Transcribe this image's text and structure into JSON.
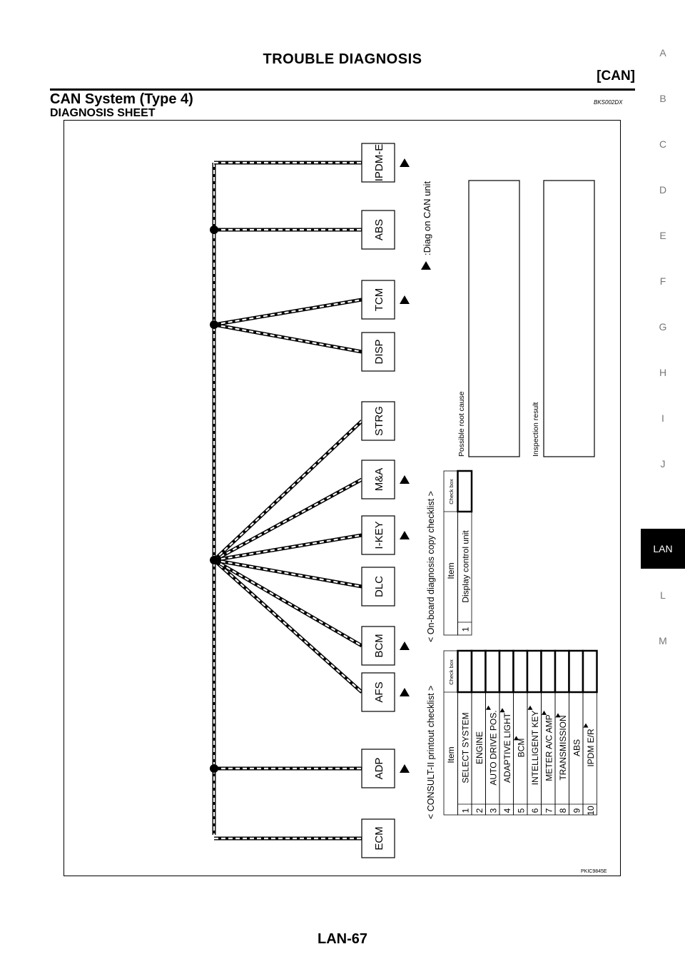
{
  "header": {
    "title": "TROUBLE DIAGNOSIS",
    "section": "[CAN]",
    "heading": "CAN System (Type 4)",
    "ref_code": "BKS002DX",
    "subheading": "DIAGNOSIS SHEET"
  },
  "side_index": {
    "letters": [
      "A",
      "B",
      "C",
      "D",
      "E",
      "F",
      "G",
      "H",
      "I",
      "J"
    ],
    "active": "LAN",
    "after": [
      "L",
      "M"
    ]
  },
  "diagram": {
    "units": [
      "ECM",
      "ADP",
      "AFS",
      "BCM",
      "DLC",
      "I-KEY",
      "M&A",
      "STRG",
      "DISP",
      "TCM",
      "ABS",
      "IPDM-E"
    ],
    "diag_units": [
      "ADP",
      "AFS",
      "BCM",
      "I-KEY",
      "M&A",
      "TCM",
      "IPDM-E"
    ],
    "legend_label": ":Diag on CAN unit",
    "figure_code": "PKIC9845E"
  },
  "consult_checklist": {
    "title": "< CONSULT-II printout checklist >",
    "col_item": "Item",
    "col_check": "Check box",
    "rows": [
      {
        "no": "1",
        "item": "SELECT SYSTEM",
        "diag": false
      },
      {
        "no": "2",
        "item": "ENGINE",
        "diag": false
      },
      {
        "no": "3",
        "item": "AUTO DRIVE POS.",
        "diag": true
      },
      {
        "no": "4",
        "item": "ADAPTIVE LIGHT",
        "diag": true
      },
      {
        "no": "5",
        "item": "BCM",
        "diag": true
      },
      {
        "no": "6",
        "item": "INTELLIGENT KEY",
        "diag": true
      },
      {
        "no": "7",
        "item": "METER A/C AMP",
        "diag": true
      },
      {
        "no": "8",
        "item": "TRANSMISSION",
        "diag": true
      },
      {
        "no": "9",
        "item": "ABS",
        "diag": false
      },
      {
        "no": "10",
        "item": "IPDM E/R",
        "diag": true
      }
    ]
  },
  "onboard_checklist": {
    "title": "< On-board diagnosis copy checklist >",
    "col_item": "Item",
    "col_check": "Check box",
    "rows": [
      {
        "no": "1",
        "item": "Display control unit"
      }
    ]
  },
  "boxes": {
    "root_cause": "Possible root cause",
    "inspection": "Inspection result"
  },
  "page_number": "LAN-67"
}
